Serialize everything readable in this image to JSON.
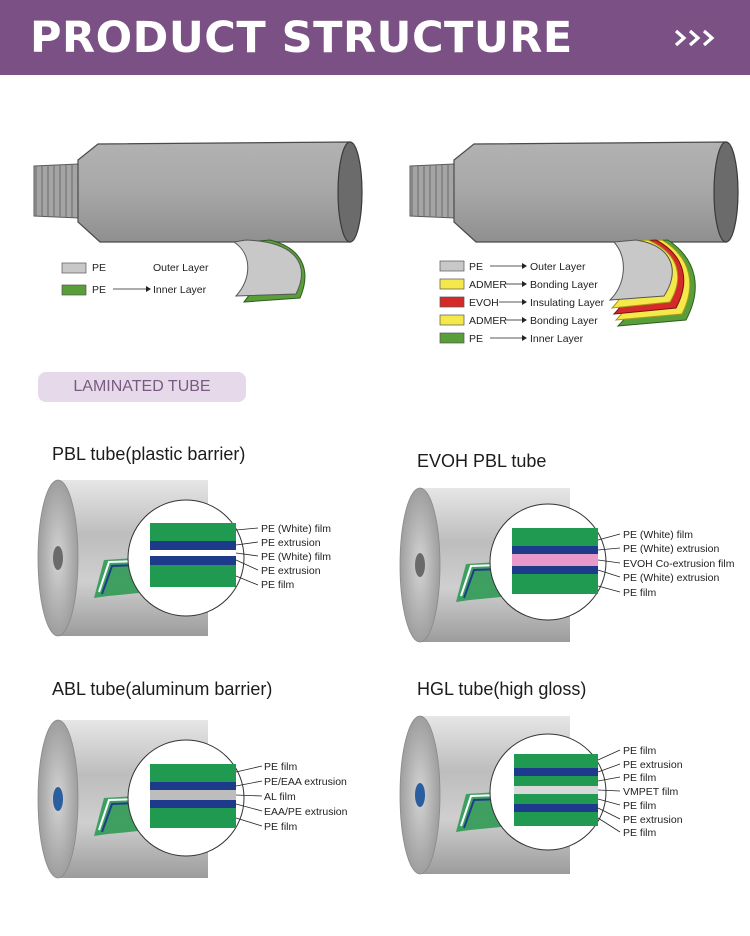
{
  "header": {
    "title": "PRODUCT STRUCTURE",
    "accent_color": "#7b5084",
    "arrows_icon": "triple-chevron-right-icon"
  },
  "tube_left": {
    "legend": [
      {
        "swatch": "#c8c8c8",
        "code": "PE",
        "name": "Outer Layer"
      },
      {
        "swatch": "#5a9e3a",
        "code": "PE",
        "name": "Inner Layer"
      }
    ]
  },
  "tube_right": {
    "legend": [
      {
        "swatch": "#c8c8c8",
        "code": "PE",
        "name": "Outer Layer"
      },
      {
        "swatch": "#f5e84a",
        "code": "ADMER",
        "name": "Bonding Layer"
      },
      {
        "swatch": "#d42a2a",
        "code": "EVOH",
        "name": "Insulating Layer"
      },
      {
        "swatch": "#f5e84a",
        "code": "ADMER",
        "name": "Bonding Layer"
      },
      {
        "swatch": "#5a9e3a",
        "code": "PE",
        "name": "Inner Layer"
      }
    ]
  },
  "laminated_label": "LAMINATED TUBE",
  "rolls": {
    "pbl": {
      "title": "PBL tube(plastic barrier)",
      "layers": [
        "PE (White) film",
        "PE extrusion",
        "PE (White) film",
        "PE extrusion",
        "PE film"
      ]
    },
    "evoh": {
      "title": "EVOH PBL tube",
      "layers": [
        "PE (White) film",
        "PE (White) extrusion",
        "EVOH Co-extrusion film",
        "PE (White) extrusion",
        "PE film"
      ]
    },
    "abl": {
      "title": "ABL tube(aluminum barrier)",
      "layers": [
        "PE film",
        "PE/EAA extrusion",
        "AL film",
        "EAA/PE extrusion",
        "PE film"
      ]
    },
    "hgl": {
      "title": "HGL tube(high gloss)",
      "layers": [
        "PE film",
        "PE extrusion",
        "PE film",
        "VMPET film",
        "PE film",
        "PE extrusion",
        "PE film"
      ]
    }
  }
}
